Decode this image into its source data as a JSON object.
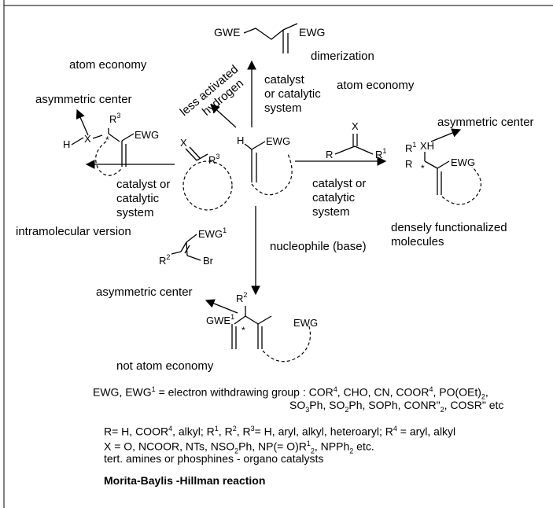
{
  "top": {
    "gwe": "GWE",
    "ewg": "EWG",
    "dimerization": "dimerization",
    "atom_economy_left": "atom economy",
    "atom_economy_right": "atom economy",
    "up_catalyst_1": "catalyst",
    "up_catalyst_2": "or catalytic",
    "up_catalyst_3": "system",
    "less_activated_1": "less activated",
    "less_activated_2": "hydrogen"
  },
  "center": {
    "x": "X",
    "r3": "R",
    "r3_sup": "3",
    "h": "H",
    "ewg": "EWG"
  },
  "left": {
    "asym": "asymmetric  center",
    "h": "H",
    "x": "X",
    "r3": "R",
    "r3_sup": "3",
    "ewg": "EWG",
    "star": "*",
    "cat1": "catalyst or",
    "cat2": "catalytic",
    "cat3": "system",
    "intramolecular": "intramolecular version"
  },
  "right": {
    "x": "X",
    "r": "R",
    "r1": "R",
    "r1_sup": "1",
    "asym": "asymmetric  center",
    "xh": "XH",
    "r1b": "R",
    "r1b_sup": "1",
    "rb": "R",
    "star": "*",
    "ewg": "EWG",
    "cat1": "catalyst or",
    "cat2": "catalytic",
    "cat3": "system",
    "dense1": "densely functionalized",
    "dense2": "molecules"
  },
  "bottom": {
    "ewg1": "EWG",
    "ewg1_sup": "1",
    "r2": "R",
    "r2_sup": "2",
    "br": "Br",
    "nucleophile": "nucleophile (base)",
    "asym": "asymmetric center",
    "r2b": "R",
    "r2b_sup": "2",
    "gwe1": "GWE",
    "gwe1_sup": "1",
    "star": "*",
    "ewg": "EWG",
    "not_atom": "not atom economy"
  },
  "footer": {
    "ewg_def_1a": "EWG, EWG",
    "ewg_def_1b": "1",
    "ewg_def_1c": " = electron withdrawing group : COR",
    "ewg_def_1d": "4",
    "ewg_def_1e": ", CHO, CN, COOR",
    "ewg_def_1f": "4",
    "ewg_def_1g": ", PO(OEt)",
    "ewg_def_1h": "2",
    "ewg_def_1i": ",",
    "ewg_def_2a": "SO",
    "ewg_def_2b": "3",
    "ewg_def_2c": "Ph, SO",
    "ewg_def_2d": "2",
    "ewg_def_2e": "Ph, SOPh, CONR\"",
    "ewg_def_2f": "2",
    "ewg_def_2g": ", COSR\" etc",
    "r_def_a": "R= H, COOR",
    "r_def_b": "4",
    "r_def_c": ", alkyl; R",
    "r_def_d": "1",
    "r_def_e": ", R",
    "r_def_f": "2",
    "r_def_g": ", R",
    "r_def_h": "3",
    "r_def_i": "= H, aryl, alkyl, heteroaryl;  R",
    "r_def_j": "4",
    "r_def_k": " = aryl, alkyl",
    "x_def_a": "X = O, NCOOR, NTs, NSO",
    "x_def_b": "2",
    "x_def_c": "Ph, NP(= O)R",
    "x_def_d": "1",
    "x_def_e": "2",
    "x_def_f": ", NPPh",
    "x_def_g": "2",
    "x_def_h": " etc.",
    "catalysts": "tert. amines or phosphines - organo catalysts",
    "title": "Morita-Baylis -Hillman reaction"
  }
}
